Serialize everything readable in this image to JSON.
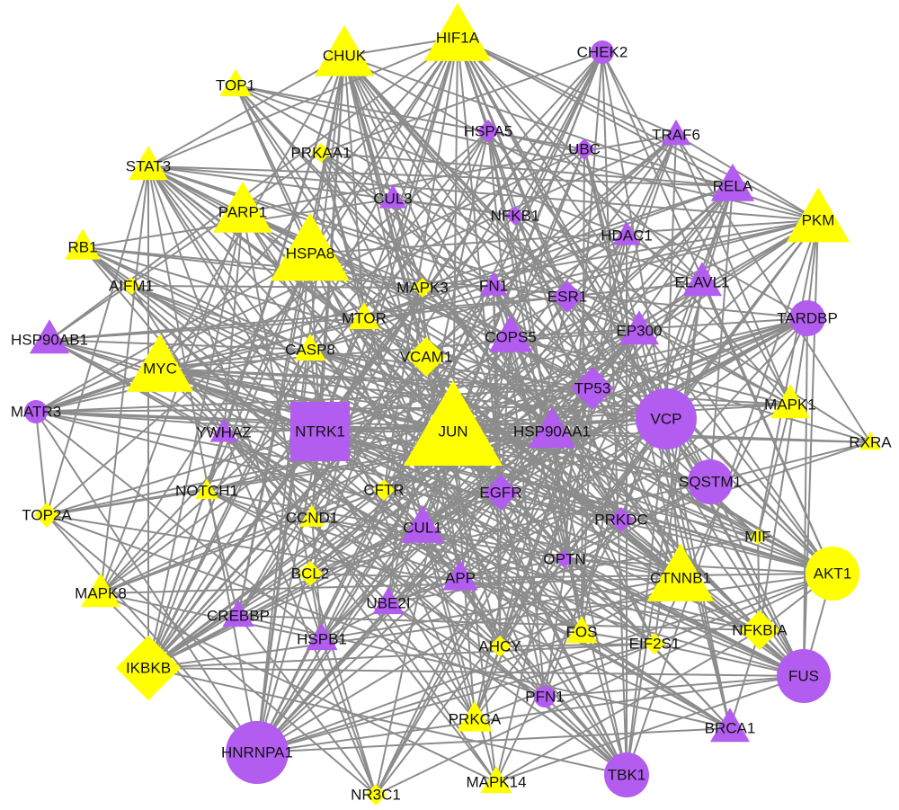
{
  "colors": {
    "yellow": "#FFFF00",
    "purple": "#B25CF0",
    "edge": "#8C8C8C"
  },
  "nodes": [
    {
      "id": "HIF1A",
      "shape": "triangle",
      "color": "yellow",
      "size": 34
    },
    {
      "id": "CHUK",
      "shape": "triangle",
      "color": "yellow",
      "size": 30
    },
    {
      "id": "CHEK2",
      "shape": "circle",
      "color": "purple",
      "size": 13
    },
    {
      "id": "TOP1",
      "shape": "triangle",
      "color": "yellow",
      "size": 16
    },
    {
      "id": "HSPA5",
      "shape": "diamond",
      "color": "purple",
      "size": 13
    },
    {
      "id": "TRAF6",
      "shape": "triangle",
      "color": "purple",
      "size": 15
    },
    {
      "id": "UBC",
      "shape": "diamond",
      "color": "purple",
      "size": 12
    },
    {
      "id": "PRKAA1",
      "shape": "diamond",
      "color": "yellow",
      "size": 11
    },
    {
      "id": "STAT3",
      "shape": "triangle",
      "color": "yellow",
      "size": 20
    },
    {
      "id": "RELA",
      "shape": "triangle",
      "color": "purple",
      "size": 22
    },
    {
      "id": "CUL3",
      "shape": "triangle",
      "color": "purple",
      "size": 14
    },
    {
      "id": "PARP1",
      "shape": "triangle",
      "color": "yellow",
      "size": 30
    },
    {
      "id": "NFKB1",
      "shape": "diamond",
      "color": "purple",
      "size": 11
    },
    {
      "id": "HDAC1",
      "shape": "triangle",
      "color": "purple",
      "size": 14
    },
    {
      "id": "PKM",
      "shape": "triangle",
      "color": "yellow",
      "size": 32
    },
    {
      "id": "RB1",
      "shape": "triangle",
      "color": "yellow",
      "size": 18
    },
    {
      "id": "HSPA8",
      "shape": "triangle",
      "color": "yellow",
      "size": 40
    },
    {
      "id": "AIFM1",
      "shape": "diamond",
      "color": "yellow",
      "size": 10
    },
    {
      "id": "MAPK3",
      "shape": "diamond",
      "color": "yellow",
      "size": 11
    },
    {
      "id": "FN1",
      "shape": "triangle",
      "color": "purple",
      "size": 14
    },
    {
      "id": "ESR1",
      "shape": "diamond",
      "color": "purple",
      "size": 18
    },
    {
      "id": "ELAVL1",
      "shape": "triangle",
      "color": "purple",
      "size": 20
    },
    {
      "id": "MTOR",
      "shape": "triangle",
      "color": "yellow",
      "size": 16
    },
    {
      "id": "HSP90AB1",
      "shape": "triangle",
      "color": "purple",
      "size": 20
    },
    {
      "id": "EP300",
      "shape": "triangle",
      "color": "purple",
      "size": 20
    },
    {
      "id": "TARDBP",
      "shape": "circle",
      "color": "purple",
      "size": 20
    },
    {
      "id": "CASP8",
      "shape": "triangle",
      "color": "yellow",
      "size": 16
    },
    {
      "id": "COPS5",
      "shape": "triangle",
      "color": "purple",
      "size": 22
    },
    {
      "id": "MYC",
      "shape": "triangle",
      "color": "yellow",
      "size": 34
    },
    {
      "id": "VCAM1",
      "shape": "diamond",
      "color": "yellow",
      "size": 22
    },
    {
      "id": "TP53",
      "shape": "diamond",
      "color": "purple",
      "size": 24
    },
    {
      "id": "MATR3",
      "shape": "circle",
      "color": "purple",
      "size": 13
    },
    {
      "id": "NTRK1",
      "shape": "square",
      "color": "purple",
      "size": 33
    },
    {
      "id": "JUN",
      "shape": "triangle",
      "color": "yellow",
      "size": 50
    },
    {
      "id": "HSP90AA1",
      "shape": "triangle",
      "color": "purple",
      "size": 24
    },
    {
      "id": "VCP",
      "shape": "circle",
      "color": "purple",
      "size": 34
    },
    {
      "id": "MAPK1",
      "shape": "triangle",
      "color": "yellow",
      "size": 20
    },
    {
      "id": "YWHAZ",
      "shape": "triangle",
      "color": "purple",
      "size": 14
    },
    {
      "id": "RXRA",
      "shape": "triangle",
      "color": "yellow",
      "size": 11
    },
    {
      "id": "SQSTM1",
      "shape": "circle",
      "color": "purple",
      "size": 25
    },
    {
      "id": "NOTCH1",
      "shape": "triangle",
      "color": "yellow",
      "size": 12
    },
    {
      "id": "CFTR",
      "shape": "diamond",
      "color": "yellow",
      "size": 12
    },
    {
      "id": "EGFR",
      "shape": "diamond",
      "color": "purple",
      "size": 20
    },
    {
      "id": "TOP2A",
      "shape": "diamond",
      "color": "yellow",
      "size": 14
    },
    {
      "id": "CCND1",
      "shape": "triangle",
      "color": "yellow",
      "size": 13
    },
    {
      "id": "CUL1",
      "shape": "triangle",
      "color": "purple",
      "size": 22
    },
    {
      "id": "PRKDC",
      "shape": "diamond",
      "color": "purple",
      "size": 14
    },
    {
      "id": "MIF",
      "shape": "diamond",
      "color": "yellow",
      "size": 9
    },
    {
      "id": "OPTN",
      "shape": "diamond",
      "color": "purple",
      "size": 10
    },
    {
      "id": "APP",
      "shape": "triangle",
      "color": "purple",
      "size": 18
    },
    {
      "id": "BCL2",
      "shape": "diamond",
      "color": "yellow",
      "size": 14
    },
    {
      "id": "CTNNB1",
      "shape": "triangle",
      "color": "yellow",
      "size": 34
    },
    {
      "id": "AKT1",
      "shape": "circle",
      "color": "yellow",
      "size": 30
    },
    {
      "id": "MAPK8",
      "shape": "triangle",
      "color": "yellow",
      "size": 20
    },
    {
      "id": "CREBBP",
      "shape": "triangle",
      "color": "purple",
      "size": 16
    },
    {
      "id": "UBE2I",
      "shape": "triangle",
      "color": "purple",
      "size": 16
    },
    {
      "id": "NFKBIA",
      "shape": "diamond",
      "color": "yellow",
      "size": 22
    },
    {
      "id": "FOS",
      "shape": "triangle",
      "color": "yellow",
      "size": 16
    },
    {
      "id": "HSPB1",
      "shape": "triangle",
      "color": "purple",
      "size": 16
    },
    {
      "id": "AHCY",
      "shape": "diamond",
      "color": "yellow",
      "size": 12
    },
    {
      "id": "EIF2S1",
      "shape": "diamond",
      "color": "yellow",
      "size": 12
    },
    {
      "id": "IKBKB",
      "shape": "diamond",
      "color": "yellow",
      "size": 36
    },
    {
      "id": "FUS",
      "shape": "circle",
      "color": "purple",
      "size": 30
    },
    {
      "id": "PFN1",
      "shape": "circle",
      "color": "purple",
      "size": 12
    },
    {
      "id": "PRKCA",
      "shape": "triangle",
      "color": "yellow",
      "size": 18
    },
    {
      "id": "BRCA1",
      "shape": "triangle",
      "color": "purple",
      "size": 20
    },
    {
      "id": "HNRNPA1",
      "shape": "circle",
      "color": "purple",
      "size": 35
    },
    {
      "id": "TBK1",
      "shape": "circle",
      "color": "purple",
      "size": 25
    },
    {
      "id": "NR3C1",
      "shape": "diamond",
      "color": "yellow",
      "size": 12
    },
    {
      "id": "MAPK14",
      "shape": "triangle",
      "color": "yellow",
      "size": 16
    }
  ]
}
